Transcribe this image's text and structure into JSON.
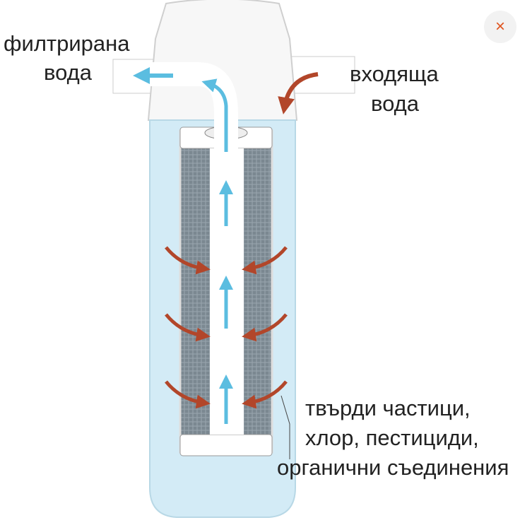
{
  "labels": {
    "filtered_water_1": "филтрирана",
    "filtered_water_2": "вода",
    "incoming_water_1": "входяща",
    "incoming_water_2": "вода",
    "contaminants_1": "твърди частици,",
    "contaminants_2": "хлор, пестициди,",
    "contaminants_3": "органични съединения"
  },
  "close_button": {
    "icon": "×"
  },
  "colors": {
    "water": "#cfe9f5",
    "arrow_in": "#b2462a",
    "arrow_out": "#5bbde0",
    "cartridge": "#7f8d96"
  }
}
